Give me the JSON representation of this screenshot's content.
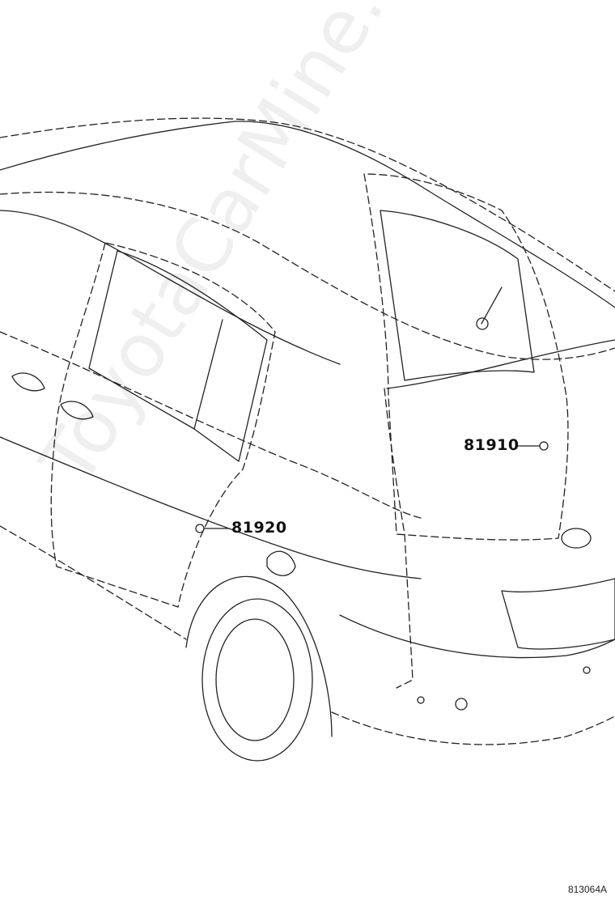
{
  "callouts": [
    {
      "part_number": "81910"
    },
    {
      "part_number": "81920"
    }
  ],
  "diagram_id": "813064A",
  "watermark": "ToyotaCarMine.ru",
  "colors": {
    "line": "#222222",
    "background": "#ffffff"
  }
}
